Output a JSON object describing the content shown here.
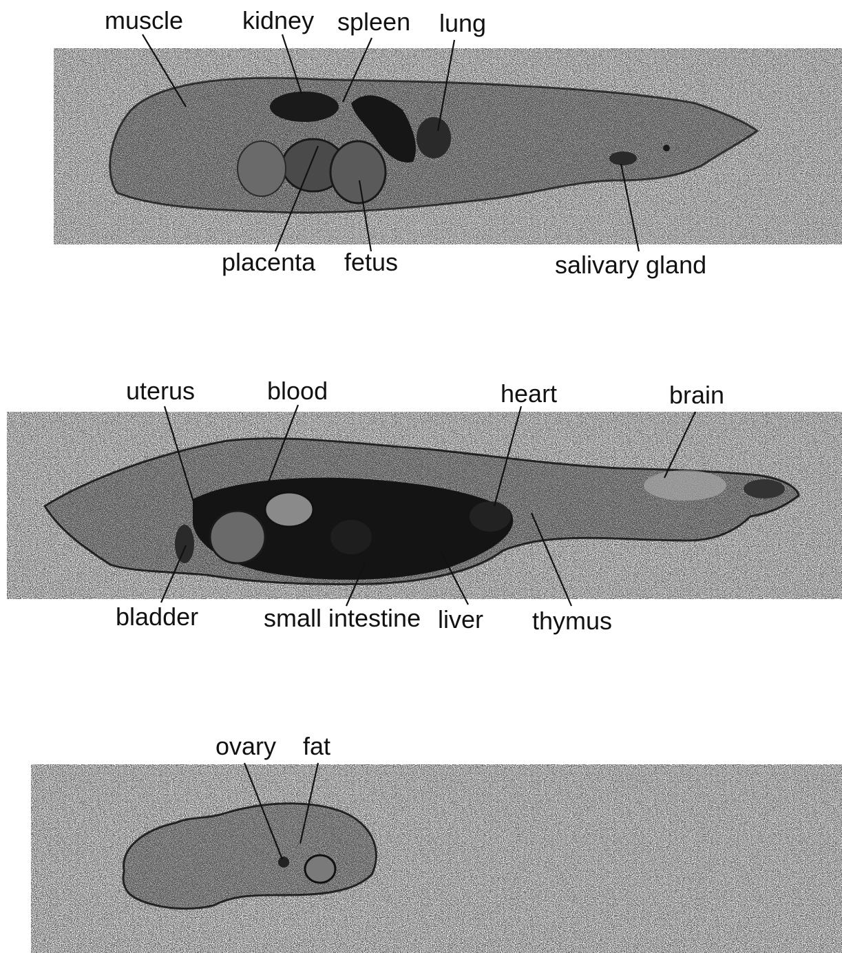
{
  "panels": [
    {
      "id": "panel-1",
      "labels": {
        "muscle": "muscle",
        "kidney": "kidney",
        "spleen": "spleen",
        "lung": "lung",
        "placenta": "placenta",
        "fetus": "fetus",
        "salivary_gland": "salivary gland"
      }
    },
    {
      "id": "panel-2",
      "labels": {
        "uterus": "uterus",
        "blood": "blood",
        "heart": "heart",
        "brain": "brain",
        "bladder": "bladder",
        "small_intestine": "small intestine",
        "liver": "liver",
        "thymus": "thymus"
      }
    },
    {
      "id": "panel-3",
      "labels": {
        "ovary": "ovary",
        "fat": "fat"
      }
    }
  ],
  "colors": {
    "background": "#ffffff",
    "speckle": "#2a2a2a",
    "tissue_light": "#8a8a8a",
    "tissue_dark": "#151515",
    "ink": "#111111"
  }
}
